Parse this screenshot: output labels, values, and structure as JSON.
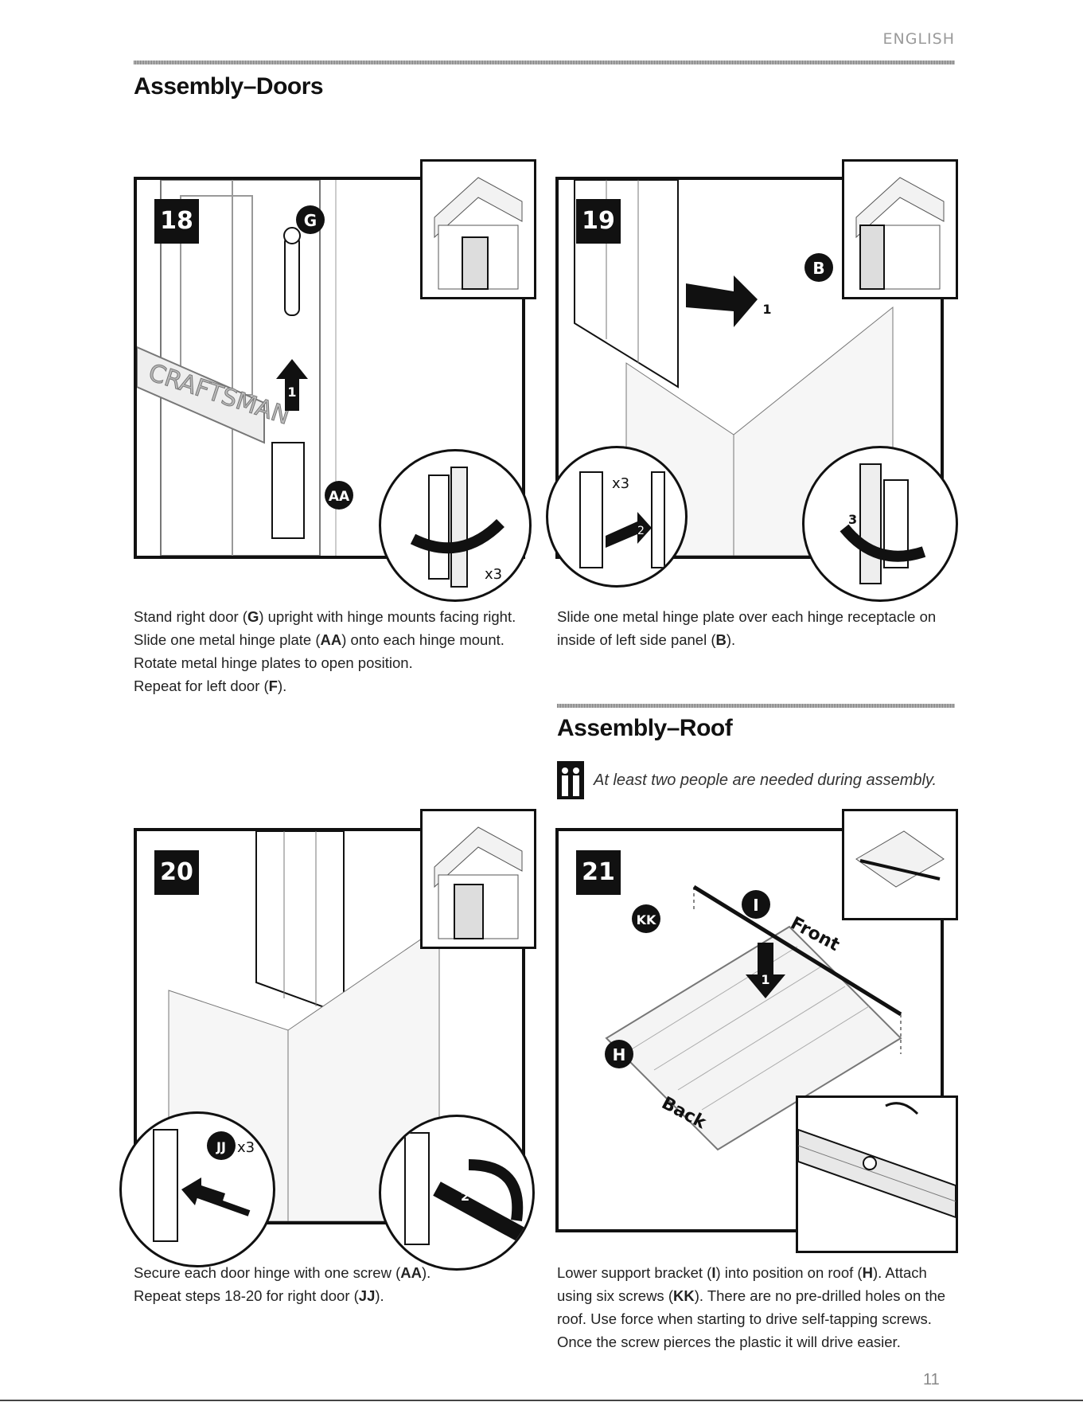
{
  "header": {
    "language": "ENGLISH"
  },
  "sections": {
    "doors_title": "Assembly–Doors",
    "roof_title": "Assembly–Roof"
  },
  "roof_note": {
    "text": "At least two people are needed during assembly."
  },
  "steps": [
    {
      "number": "18",
      "labels": {
        "part_top": "G",
        "part_bottom": "AA",
        "arrow": "1",
        "count": "x3",
        "brand": "CRAFTSMAN"
      },
      "caption_lines": [
        {
          "pre": "Stand right door (",
          "b": "G",
          "post": ") upright with hinge mounts facing right."
        },
        {
          "pre": "Slide one metal hinge plate (",
          "b": "AA",
          "post": ") onto each hinge mount."
        },
        {
          "pre": "Rotate metal hinge plates to open position.",
          "b": "",
          "post": ""
        },
        {
          "pre": "Repeat for left door (",
          "b": "F",
          "post": ")."
        }
      ]
    },
    {
      "number": "19",
      "labels": {
        "part": "B",
        "arrow_1": "1",
        "arrow_2": "2",
        "count": "x3",
        "arrow_3": "3"
      },
      "caption_lines": [
        {
          "pre": "Slide one metal hinge plate over each hinge receptacle on",
          "b": "",
          "post": ""
        },
        {
          "pre": "inside of left side panel (",
          "b": "B",
          "post": ")."
        }
      ]
    },
    {
      "number": "20",
      "labels": {
        "part": "JJ",
        "count": "x3",
        "arrow": "2"
      },
      "caption_lines": [
        {
          "pre": "Secure each door hinge with one screw (",
          "b": "AA",
          "post": ")."
        },
        {
          "pre": "Repeat steps 18-20 for right door (",
          "b": "JJ",
          "post": ")."
        }
      ]
    },
    {
      "number": "21",
      "labels": {
        "screw": "KK",
        "bracket": "I",
        "roof": "H",
        "arrow": "1",
        "front": "Front",
        "back": "Back"
      },
      "caption_lines": [
        {
          "pre": "Lower support bracket (",
          "b": "I",
          "post": ") into position on roof (",
          "b2": "H",
          "post2": "). Attach"
        },
        {
          "pre": "using six screws (",
          "b": "KK",
          "post": "). There are no pre-drilled holes on the"
        },
        {
          "pre": "roof. Use force when starting to drive self-tapping screws.",
          "b": "",
          "post": ""
        },
        {
          "pre": "Once the screw pierces the plastic it will drive easier.",
          "b": "",
          "post": ""
        }
      ]
    }
  ],
  "footer": {
    "page_number": "11"
  }
}
